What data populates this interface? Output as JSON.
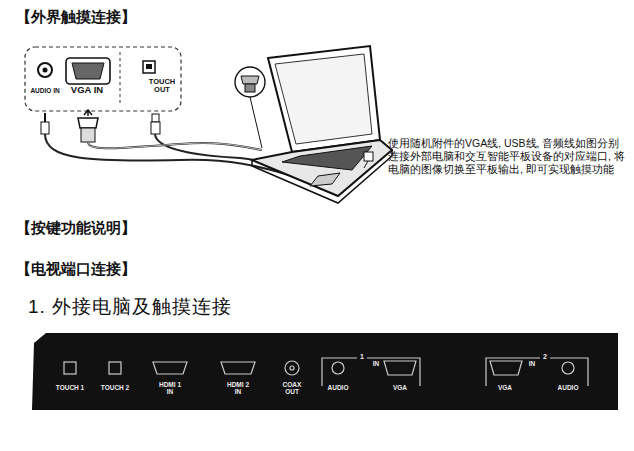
{
  "diagram": {
    "nodes": [
      {
        "text": [
          "AUDIO IN",
          "VGA IN",
          "TOUCH OUT"
        ]
      },
      {
        "text": [
          "TOUCH 1",
          "TOUCH 2",
          "HDMI 1 IN",
          "HDMI 2 IN",
          "COAX OUT",
          "AUDIO",
          "1",
          "IN",
          "VGA",
          "VGA",
          "2",
          "IN",
          "AUDIO"
        ]
      }
    ],
    "labels": [
      "【外界触摸连接】",
      "使用随机附件的VGA线, USB线, 音频线如图分别连接外部电脑和交互智能平板设备的对应端口, 将电脑的图像切换至平板输出, 即可实现触摸功能",
      "【按键功能说明】",
      "【电视端口连接】",
      "1. 外接电脑及触摸连接"
    ]
  }
}
